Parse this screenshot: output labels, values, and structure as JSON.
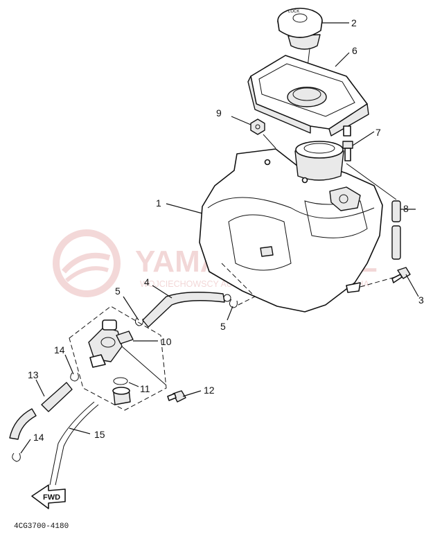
{
  "watermark": {
    "title": "YAMA-SKLEP.PL",
    "subtitle": "WOJCIECHOWSCY AUTORYZOWANY DEALER YAMAHA",
    "color": "#e9b8b8"
  },
  "callouts": {
    "c1": "1",
    "c2": "2",
    "c3": "3",
    "c4": "4",
    "c5a": "5",
    "c5b": "5",
    "c6": "6",
    "c7": "7",
    "c8": "8",
    "c9": "9",
    "c10": "10",
    "c11": "11",
    "c12": "12",
    "c13": "13",
    "c14a": "14",
    "c14b": "14",
    "c15": "15"
  },
  "fwd_label": "FWD",
  "drawing_code": "4CG3700-4180"
}
